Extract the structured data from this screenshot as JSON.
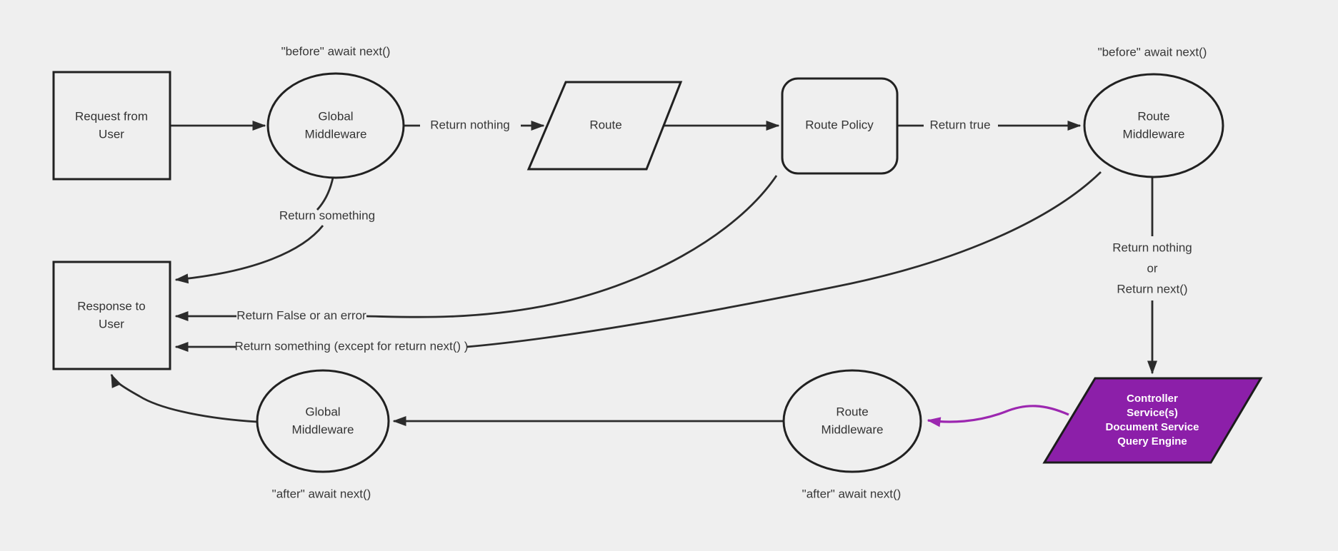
{
  "diagram": {
    "title": "Request lifecycle middleware flowchart",
    "colors": {
      "background": "#efefef",
      "node_stroke": "#212121",
      "edge_stroke": "#2b2b2b",
      "text": "#383838",
      "purple_fill": "#8c1fa9",
      "purple_stroke": "#1c1c1c",
      "purple_arrow": "#9c27b0",
      "controller_text": "#ffffff"
    },
    "nodes": {
      "request": "Request from\nUser",
      "global_middleware_top": "Global\nMiddleware",
      "route": "Route",
      "route_policy": "Route Policy",
      "route_middleware_top": "Route\nMiddleware",
      "controller": "Controller\nService(s)\nDocument Service\nQuery Engine",
      "route_middleware_bottom": "Route\nMiddleware",
      "global_middleware_bottom": "Global\nMiddleware",
      "response": "Response to\nUser"
    },
    "edge_labels": {
      "before_top_left": "\"before\" await next()",
      "before_top_right": "\"before\" await next()",
      "return_nothing": "Return nothing",
      "return_true": "Return true",
      "return_nothing_or_next": "Return nothing\nor\nReturn next()",
      "return_something": "Return something",
      "return_false_or_error": "Return False or an error",
      "return_something_except": "Return something (except for return next() )",
      "after_bottom_left": "\"after\" await next()",
      "after_bottom_right": "\"after\" await next()"
    }
  }
}
